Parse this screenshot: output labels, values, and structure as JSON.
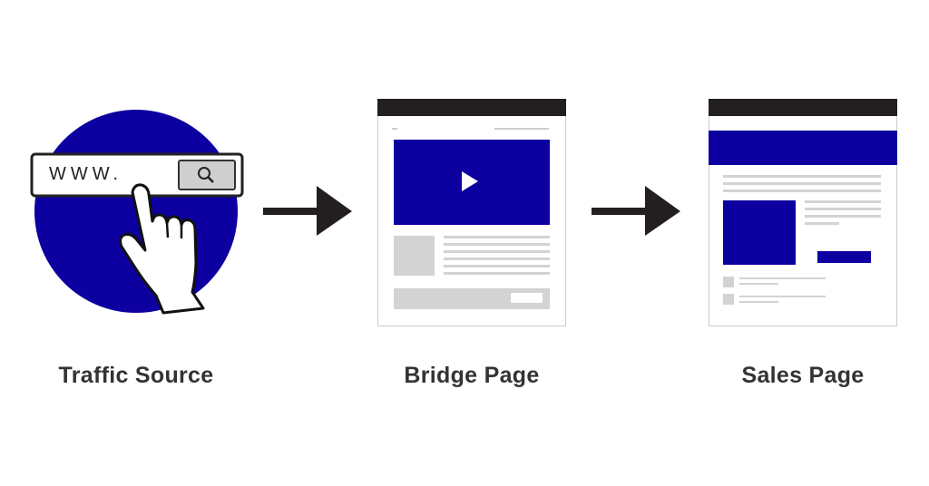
{
  "colors": {
    "blue": "#0d00a0",
    "dark": "#231f20",
    "gray": "#d3d3d3",
    "line": "#cfcfcf",
    "text": "#333333"
  },
  "steps": [
    {
      "label": "Traffic Source",
      "icon": "search-browser-hand-icon"
    },
    {
      "label": "Bridge Page",
      "icon": "bridge-page-wireframe-icon"
    },
    {
      "label": "Sales Page",
      "icon": "sales-page-wireframe-icon"
    }
  ],
  "search_bar": {
    "text": "WWW."
  }
}
